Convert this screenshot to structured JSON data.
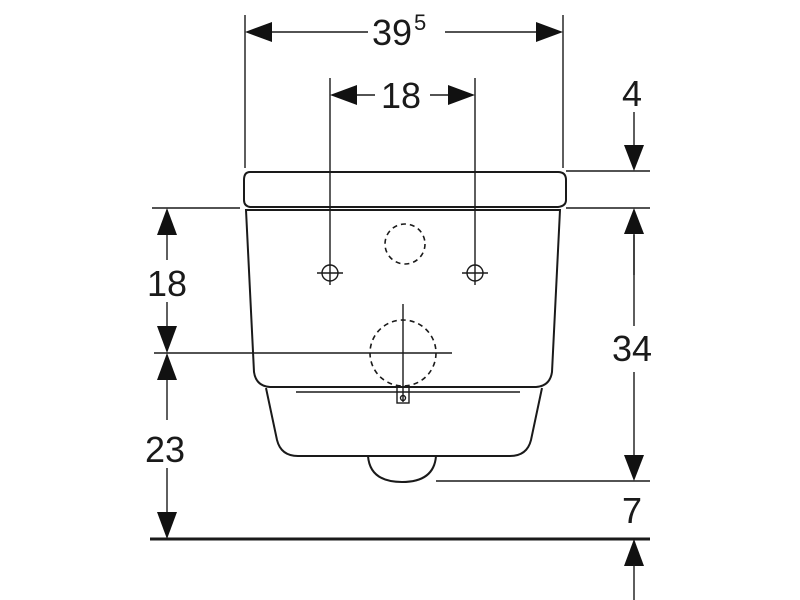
{
  "dimensions": {
    "overall_width": {
      "main": "39",
      "sup": "5"
    },
    "fixing_spacing": "18",
    "lid_thickness": "4",
    "fixing_height_above_drain": "18",
    "drain_height": "23",
    "body_height": "34",
    "floor_gap": "7"
  },
  "colors": {
    "line": "#1a1a1a",
    "background": "#ffffff"
  }
}
